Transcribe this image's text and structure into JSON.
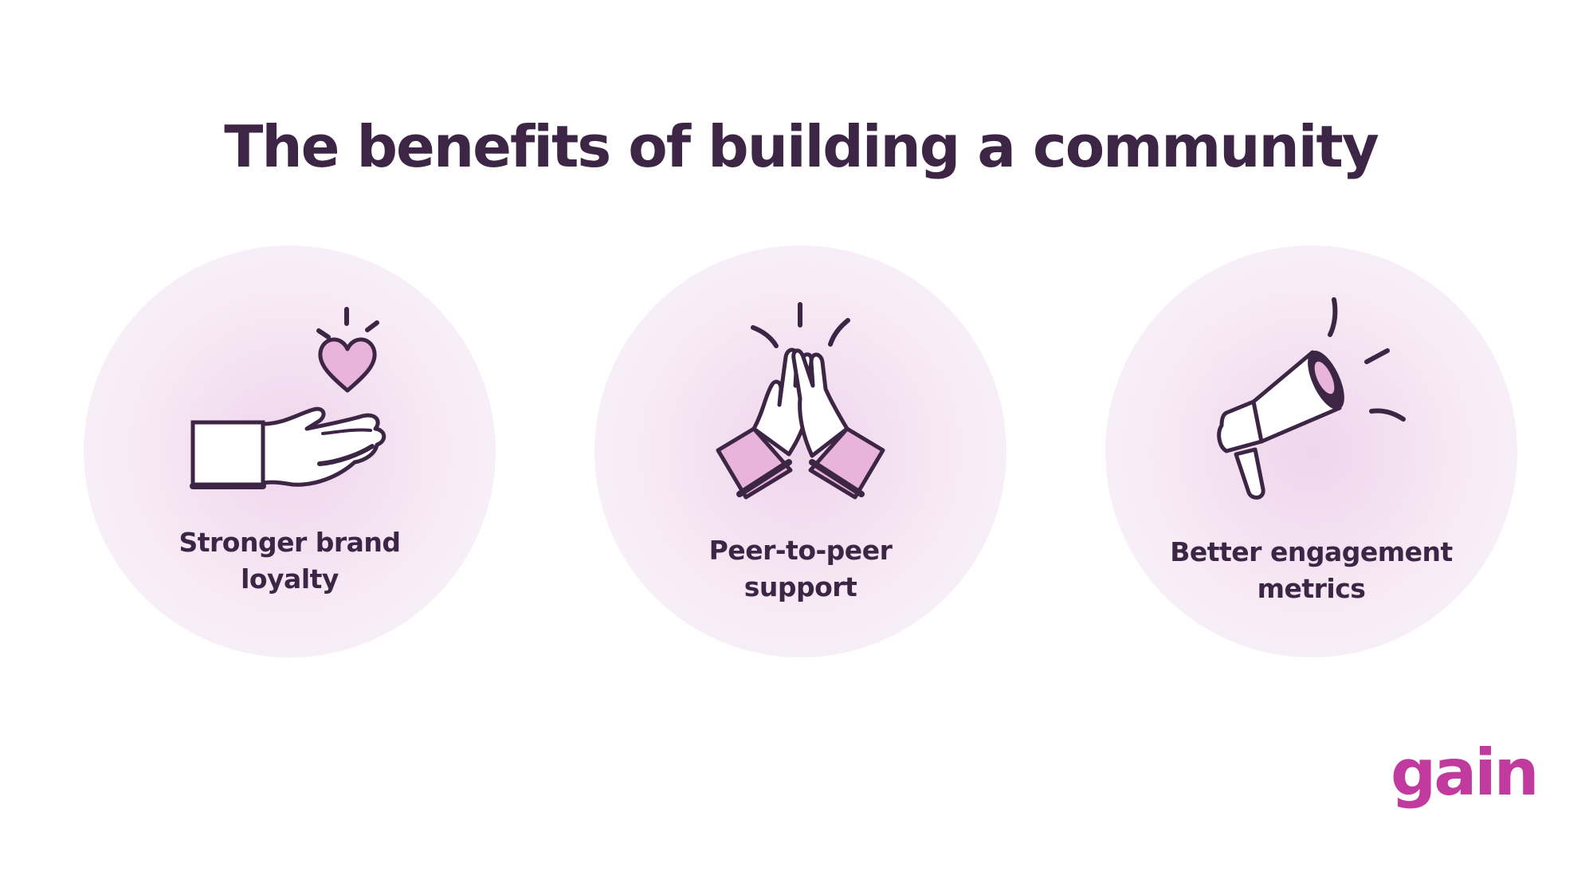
{
  "title": "The benefits of building a community",
  "colors": {
    "title": "#3d2645",
    "circle_bg": "#f8edf7",
    "accent_pink": "#e8b4dc",
    "brand": "#c13a9e"
  },
  "benefits": [
    {
      "label": "Stronger brand loyalty",
      "icon": "hand-giving-heart-icon"
    },
    {
      "label": "Peer-to-peer support",
      "icon": "high-five-icon"
    },
    {
      "label": "Better engagement metrics",
      "icon": "megaphone-icon"
    }
  ],
  "logo": {
    "text": "gain"
  }
}
